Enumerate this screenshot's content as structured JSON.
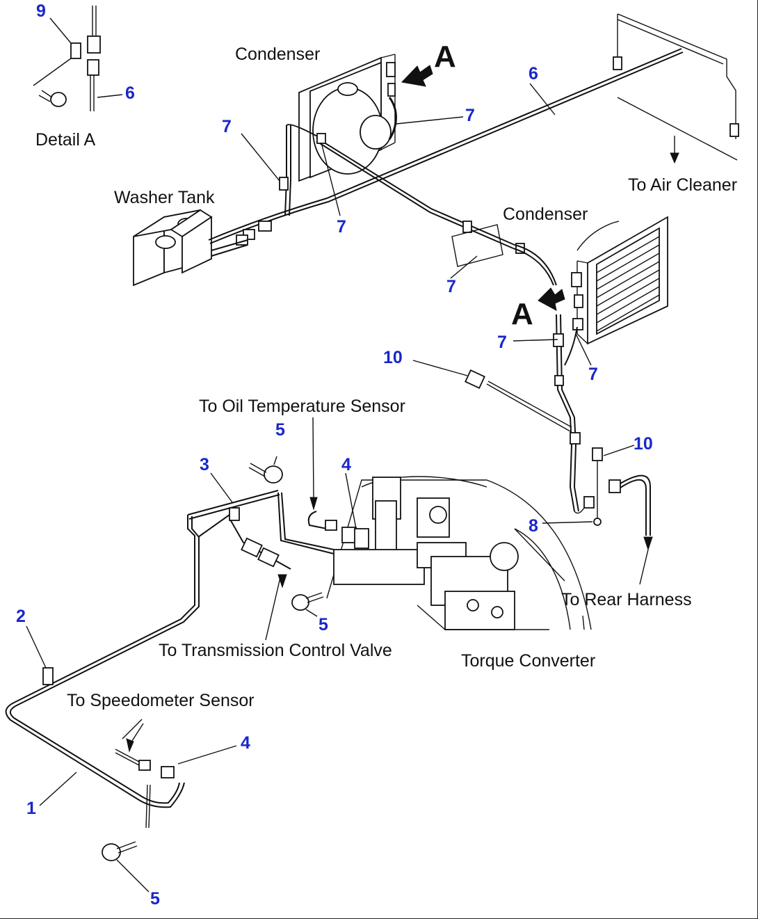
{
  "colors": {
    "callout": "#1a27c9",
    "ink": "#111111",
    "background": "#ffffff"
  },
  "labels": {
    "detail_a": "Detail A",
    "condenser_top": "Condenser",
    "condenser_right": "Condenser",
    "washer_tank": "Washer Tank",
    "to_air_cleaner": "To Air Cleaner",
    "to_oil_temp_sensor": "To Oil Temperature Sensor",
    "to_rear_harness": "To Rear Harness",
    "to_transmission_valve": "To Transmission Control Valve",
    "torque_converter": "Torque Converter",
    "to_speedometer_sensor": "To Speedometer Sensor",
    "view_a_top": "A",
    "view_a_right": "A"
  },
  "callouts": [
    {
      "id": "c9",
      "text": "9"
    },
    {
      "id": "c6a",
      "text": "6"
    },
    {
      "id": "c6b",
      "text": "6"
    },
    {
      "id": "c7a",
      "text": "7"
    },
    {
      "id": "c7b",
      "text": "7"
    },
    {
      "id": "c7c",
      "text": "7"
    },
    {
      "id": "c7d",
      "text": "7"
    },
    {
      "id": "c7e",
      "text": "7"
    },
    {
      "id": "c7f",
      "text": "7"
    },
    {
      "id": "c10a",
      "text": "10"
    },
    {
      "id": "c10b",
      "text": "10"
    },
    {
      "id": "c5a",
      "text": "5"
    },
    {
      "id": "c5b",
      "text": "5"
    },
    {
      "id": "c5c",
      "text": "5"
    },
    {
      "id": "c3",
      "text": "3"
    },
    {
      "id": "c4a",
      "text": "4"
    },
    {
      "id": "c4b",
      "text": "4"
    },
    {
      "id": "c8",
      "text": "8"
    },
    {
      "id": "c2",
      "text": "2"
    },
    {
      "id": "c1",
      "text": "1"
    }
  ]
}
